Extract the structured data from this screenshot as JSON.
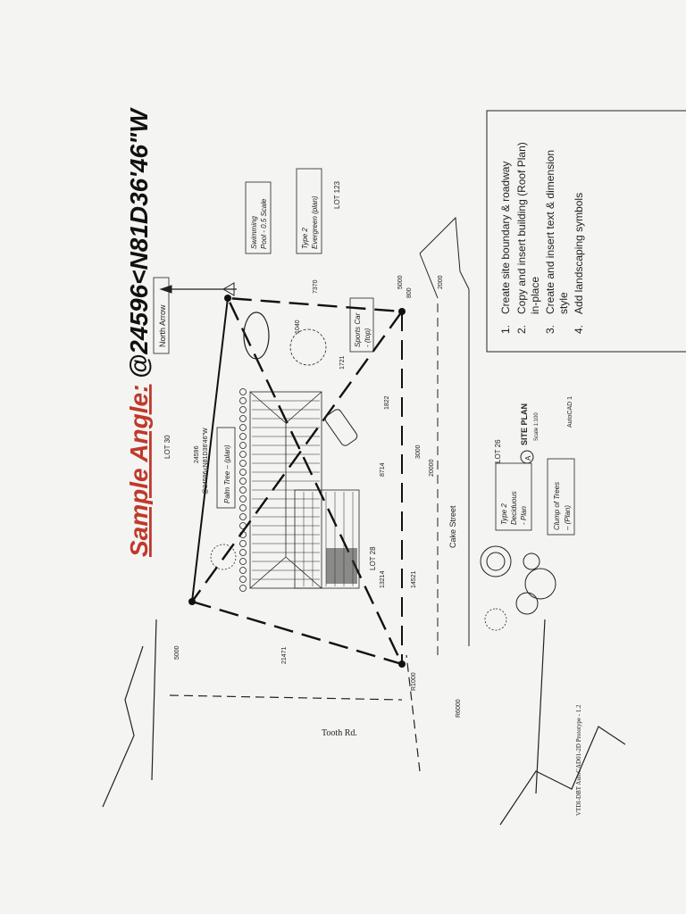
{
  "title": {
    "prefix": "Sample Angle:",
    "value": "@24596<N81D36'46\"W",
    "prefix_color": "#c0392b",
    "value_color": "#111111"
  },
  "lots": {
    "lot30": "LOT 30",
    "lot123": "LOT 123",
    "lot28": "LOT 28",
    "lot26": "LOT 26"
  },
  "streets": {
    "cake": "Cake Street",
    "tooth": "Tooth Rd."
  },
  "callouts": {
    "north_arrow": "North Arrow",
    "swimming_pool": [
      "Swimming",
      "Pool - 0.5 Scale"
    ],
    "evergreen": [
      "Type 2",
      "Evergreen (plan)"
    ],
    "sports_car": [
      "Sports Car",
      "- (top)"
    ],
    "palm_tree": "Palm Tree – (plan)",
    "deciduous": [
      "Type 2",
      "Deciduous",
      "- Plan"
    ],
    "clump": [
      "Clump of Trees",
      "– (Plan)"
    ]
  },
  "boundary_bearing": [
    "24596",
    "@24596<N81D36'46\"W"
  ],
  "dimensions": {
    "d7370": "7370",
    "d1040": "1040",
    "d1721": "1721",
    "d1822": "1822",
    "d3000": "3000",
    "d8714": "8714",
    "d20000": "20000",
    "d13214": "13214",
    "d14521": "14521",
    "d21471": "21471",
    "d5000a": "5000",
    "d5000b": "5000",
    "d2000": "2000",
    "r1000": "R1000",
    "r6000": "R6000",
    "d800": "800"
  },
  "site_plan": {
    "marker": "A",
    "title": "SITE PLAN",
    "scale": "Scale 1:100",
    "sheet": "AutoCAD 1"
  },
  "instructions": [
    {
      "num": "1.",
      "text": [
        "Create site boundary & roadway"
      ]
    },
    {
      "num": "2.",
      "text": [
        "Copy and insert building (Roof Plan)",
        "in-place"
      ]
    },
    {
      "num": "3.",
      "text": [
        "Create and insert text & dimension",
        "style"
      ]
    },
    {
      "num": "4.",
      "text": [
        "Add landscaping symbols"
      ]
    }
  ],
  "footer": "VTDI-DBT AutoCAD01-2D Prototype - 1.2"
}
